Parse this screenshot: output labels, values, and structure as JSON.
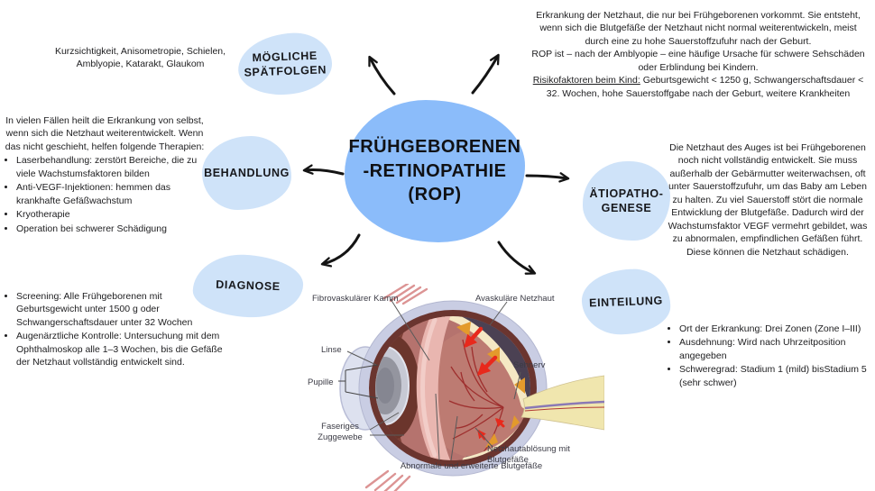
{
  "colors": {
    "center_blob": "#8bbcfa",
    "light_blob": "#cfe3f9",
    "arrow": "#141414",
    "red_arrow": "#e8291c"
  },
  "center": {
    "title_lines": [
      "FRÜHGEBORENEN",
      "-RETINOPATHIE",
      "(ROP)"
    ]
  },
  "spaetfolgen": {
    "label": "MÖGLICHE SPÄTFOLGEN",
    "text": "Kurzsichtigkeit, Anisometropie, Schielen, Amblyopie, Katarakt, Glaukom"
  },
  "definition": {
    "p1": "Erkrankung der Netzhaut, die nur bei Frühgeborenen vorkommt. Sie entsteht, wenn sich die Blutgefäße der Netzhaut nicht normal weiterentwickeln, meist durch eine zu hohe Sauerstoffzufuhr nach der Geburt.",
    "p2": "ROP ist – nach der Amblyopie – eine häufige Ursache für schwere Sehschäden oder Erblindung bei Kindern.",
    "risk_label": "Risikofaktoren beim Kind:",
    "risk_text": " Geburtsgewicht < 1250 g, Schwangerschaftsdauer < 32. Wochen, hohe Sauerstoffgabe nach der Geburt, weitere Krankheiten"
  },
  "behandlung": {
    "label": "BEHANDLUNG",
    "intro": "In vielen Fällen heilt die Erkrankung von selbst, wenn sich die Netzhaut weiterentwickelt. Wenn das nicht geschieht, helfen folgende Therapien:",
    "bullets": [
      "Laserbehandlung: zerstört Bereiche, die zu viele Wachstumsfaktoren bilden",
      "Anti-VEGF-Injektionen: hemmen das krankhafte Gefäßwachstum",
      "Kryotherapie",
      "Operation bei schwerer Schädigung"
    ]
  },
  "diagnose": {
    "label": "DIAGNOSE",
    "bullets": [
      "Screening: Alle Frühgeborenen mit Geburtsgewicht unter 1500 g oder Schwangerschaftsdauer unter 32 Wochen",
      "Augenärztliche Kontrolle: Untersuchung mit dem Ophthalmoskop alle 1–3 Wochen, bis die Gefäße der Netzhaut vollständig entwickelt sind."
    ]
  },
  "aetiopathogenese": {
    "label": "ÄTIOPATHO-GENESE",
    "text": "Die Netzhaut des Auges ist bei Frühgeborenen noch nicht vollständig entwickelt. Sie muss außerhalb der Gebärmutter weiterwachsen, oft unter Sauerstoffzufuhr, um das Baby am Leben zu halten. Zu viel Sauerstoff stört die normale Entwicklung der Blutgefäße. Dadurch wird der Wachstumsfaktor VEGF vermehrt gebildet, was zu abnormalen, empfindlichen Gefäßen führt. Diese können die Netzhaut schädigen."
  },
  "einteilung": {
    "label": "EINTEILUNG",
    "bullets": [
      "Ort der Erkrankung: Drei Zonen (Zone I–III)",
      "Ausdehnung: Wird nach Uhrzeitposition angegeben",
      "Schweregrad: Stadium 1 (mild) bisStadium 5 (sehr schwer)"
    ]
  },
  "eye": {
    "labels": {
      "fibro": "Fibrovaskulärer Kamm",
      "avask": "Avaskuläre Netzhaut",
      "linse": "Linse",
      "pupille": "Pupille",
      "sehnerv": "Sehnerv",
      "faserig": "Faseriges Zuggewebe",
      "abnormal": "Abnormale und erweiterte Blutgefäße",
      "abloesung": "Netzhautablösung mit Blutgefäße"
    }
  }
}
